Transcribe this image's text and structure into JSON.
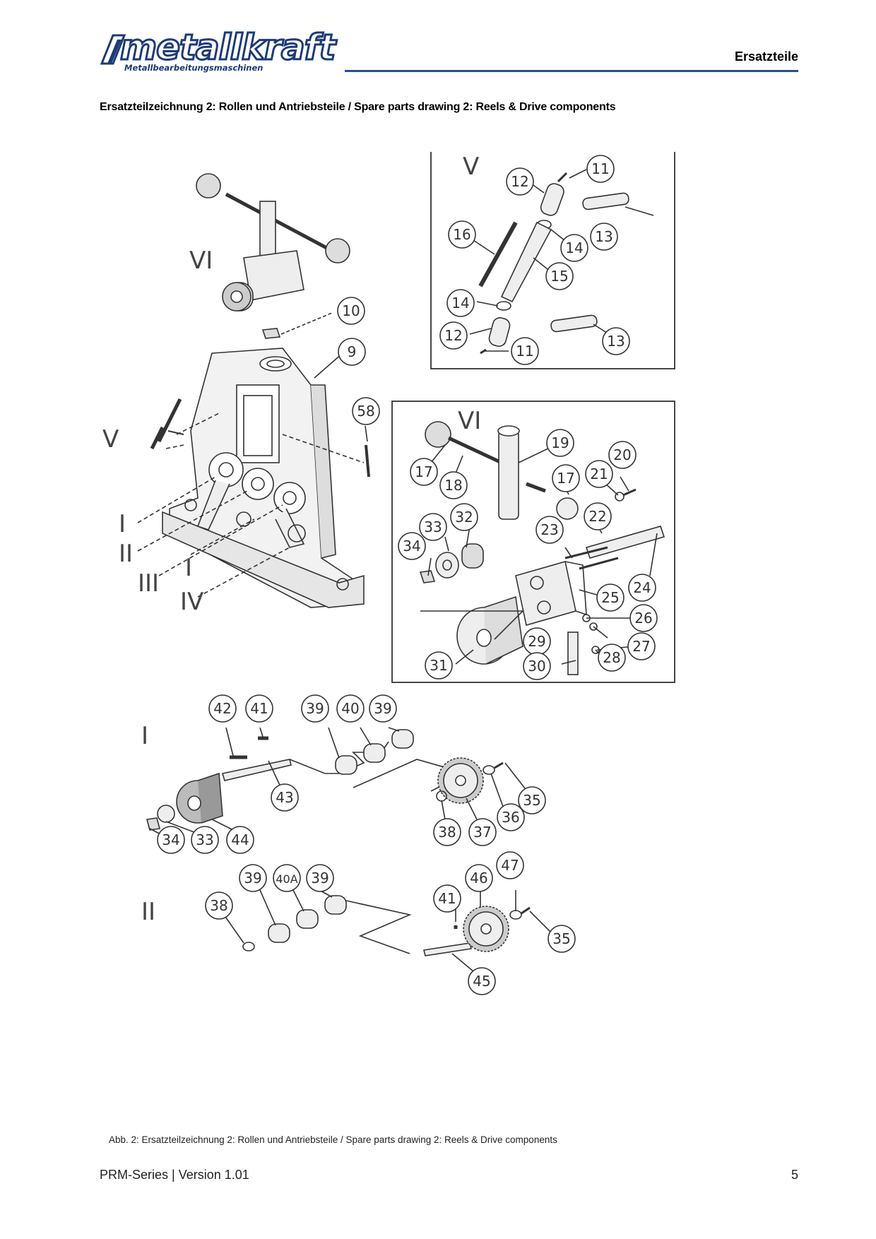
{
  "header": {
    "logo_text": "metallkraft",
    "logo_subtitle": "Metallbearbeitungsmaschinen",
    "logo_registered": "®",
    "section": "Ersatzteile"
  },
  "title": "Ersatzteilzeichnung 2: Rollen und Antriebsteile / Spare parts drawing 2: Reels & Drive components",
  "drawing": {
    "group_labels": [
      "VI",
      "V",
      "I",
      "II",
      "III",
      "I",
      "IV",
      "V",
      "VI",
      "I",
      "II"
    ],
    "part_numbers": [
      "10",
      "9",
      "58",
      "11",
      "12",
      "13",
      "16",
      "14",
      "15",
      "14",
      "12",
      "13",
      "11",
      "17",
      "19",
      "20",
      "21",
      "18",
      "17",
      "22",
      "32",
      "33",
      "34",
      "23",
      "24",
      "25",
      "26",
      "29",
      "27",
      "30",
      "28",
      "31",
      "42",
      "41",
      "39",
      "40",
      "39",
      "43",
      "35",
      "36",
      "38",
      "37",
      "34",
      "33",
      "44",
      "39",
      "40A",
      "39",
      "47",
      "46",
      "38",
      "41",
      "35",
      "45"
    ]
  },
  "caption": "Abb. 2: Ersatzteilzeichnung 2: Rollen und Antriebsteile / Spare parts drawing 2: Reels & Drive components",
  "footer": {
    "left": "PRM-Series | Version 1.01",
    "page": "5"
  },
  "colors": {
    "brand_blue": "#1d3a78",
    "rule_blue": "#1f4fa0"
  }
}
